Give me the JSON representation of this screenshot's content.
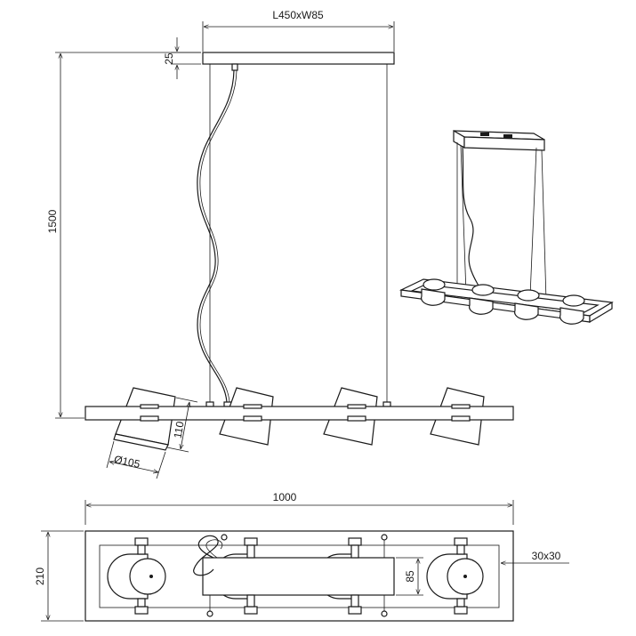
{
  "dimensions": {
    "canopy_size": "L450xW85",
    "canopy_height": "25",
    "total_height": "1500",
    "shade_height": "110",
    "shade_diameter": "Ø105",
    "bar_length": "1000",
    "frame_width": "210",
    "inner_plate_width": "85",
    "profile_section": "30x30"
  }
}
